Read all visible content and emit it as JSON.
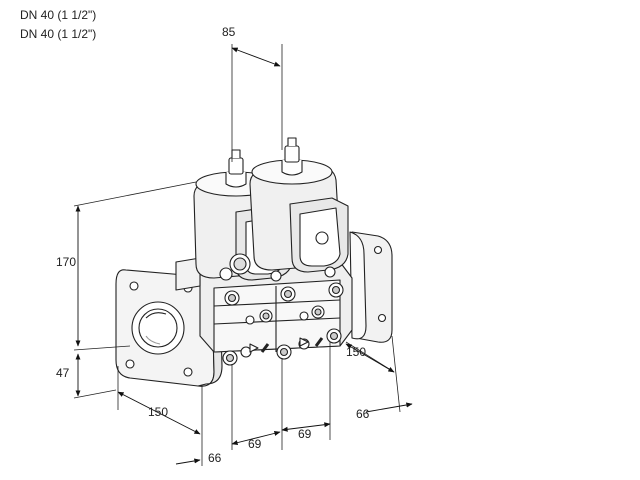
{
  "titles": [
    "DN 40 (1 1/2\")",
    "DN 40 (1 1/2\")"
  ],
  "dimensions": {
    "top_width": "85",
    "height": "170",
    "flange_height": "47",
    "length_left": "150",
    "length_right": "150",
    "width_right": "66",
    "width_bottom": "66",
    "pitch_1": "69",
    "pitch_2": "69"
  }
}
